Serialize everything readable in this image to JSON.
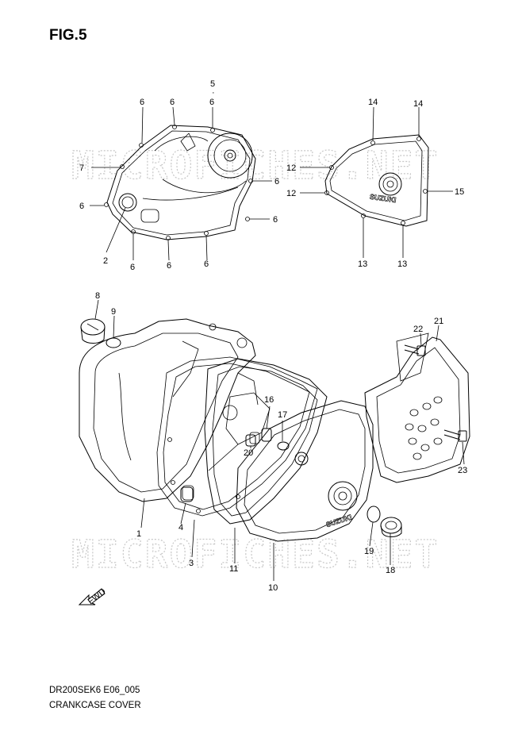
{
  "figure": {
    "title": "FIG.5",
    "code": "DR200SEK6 E06_005",
    "name": "CRANKCASE COVER"
  },
  "watermark": "MICROFICHES.NET",
  "cover_logo": "SUZUKI",
  "fwd_label": "FWD",
  "callouts": {
    "c1": "1",
    "c2": "2",
    "c3": "3",
    "c4": "4",
    "c5": "5",
    "c6a": "6",
    "c6b": "6",
    "c6c": "6",
    "c6d": "6",
    "c6e": "6",
    "c6f": "6",
    "c6g": "6",
    "c6h": "6",
    "c6i": "6",
    "c7": "7",
    "c8": "8",
    "c9": "9",
    "c10": "10",
    "c11": "11",
    "c12a": "12",
    "c12b": "12",
    "c13a": "13",
    "c13b": "13",
    "c14a": "14",
    "c14b": "14",
    "c15": "15",
    "c16": "16",
    "c17": "17",
    "c18": "18",
    "c19": "19",
    "c20": "20",
    "c21": "21",
    "c22": "22",
    "c23": "23"
  }
}
